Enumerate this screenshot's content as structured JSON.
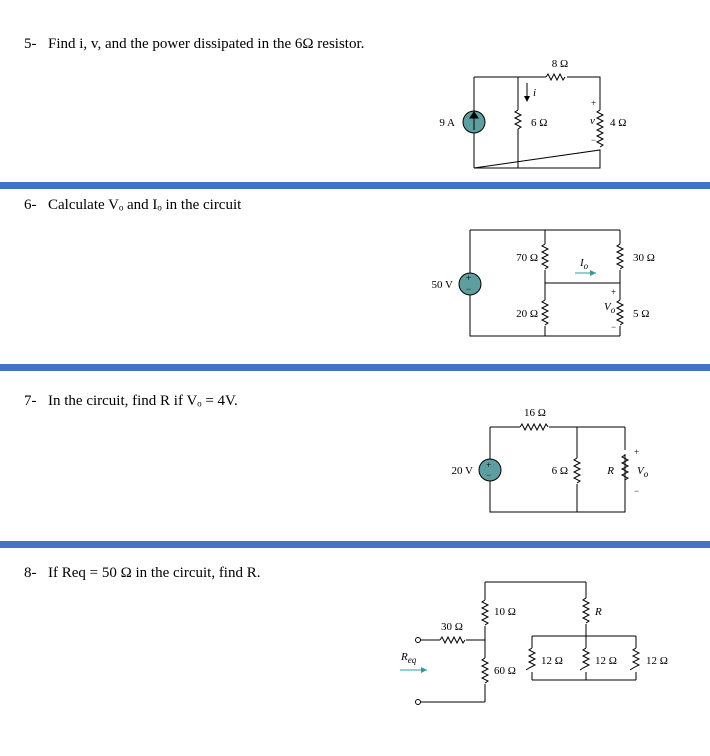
{
  "questions": [
    {
      "number": "5-",
      "text": "Find i, v, and the power dissipated in the 6Ω resistor."
    },
    {
      "number": "6-",
      "text": "Calculate Vₒ and Iₒ in the circuit"
    },
    {
      "number": "7-",
      "text": "In the circuit, find R if Vₒ = 4V."
    },
    {
      "number": "8-",
      "text": "If Req = 50 Ω in the circuit, find R."
    }
  ],
  "circuit5": {
    "r_top": "8 Ω",
    "source": "9 A",
    "r_mid": "6 Ω",
    "current": "i",
    "voltage": "v",
    "r_right": "4 Ω",
    "plus": "+",
    "minus": "−"
  },
  "circuit6": {
    "source": "50 V",
    "r1": "70 Ω",
    "r2": "20 Ω",
    "r3": "30 Ω",
    "r4": "5 Ω",
    "current": "I",
    "current_sub": "o",
    "voltage": "V",
    "voltage_sub": "o",
    "plus": "+",
    "minus": "−"
  },
  "circuit7": {
    "r_top": "16 Ω",
    "source": "20 V",
    "r_mid": "6 Ω",
    "r_right": "R",
    "voltage": "V",
    "voltage_sub": "o",
    "plus": "+",
    "minus": "−"
  },
  "circuit8": {
    "r_series": "30 Ω",
    "r_a": "10 Ω",
    "r_b": "60 Ω",
    "r_c": "R",
    "r_d": "12 Ω",
    "r_e": "12 Ω",
    "r_f": "12 Ω",
    "req": "R",
    "req_sub": "eq"
  },
  "colors": {
    "band": "#4472c4",
    "source_fill": "#5f9ea0",
    "arrow": "#2e9c9c"
  }
}
